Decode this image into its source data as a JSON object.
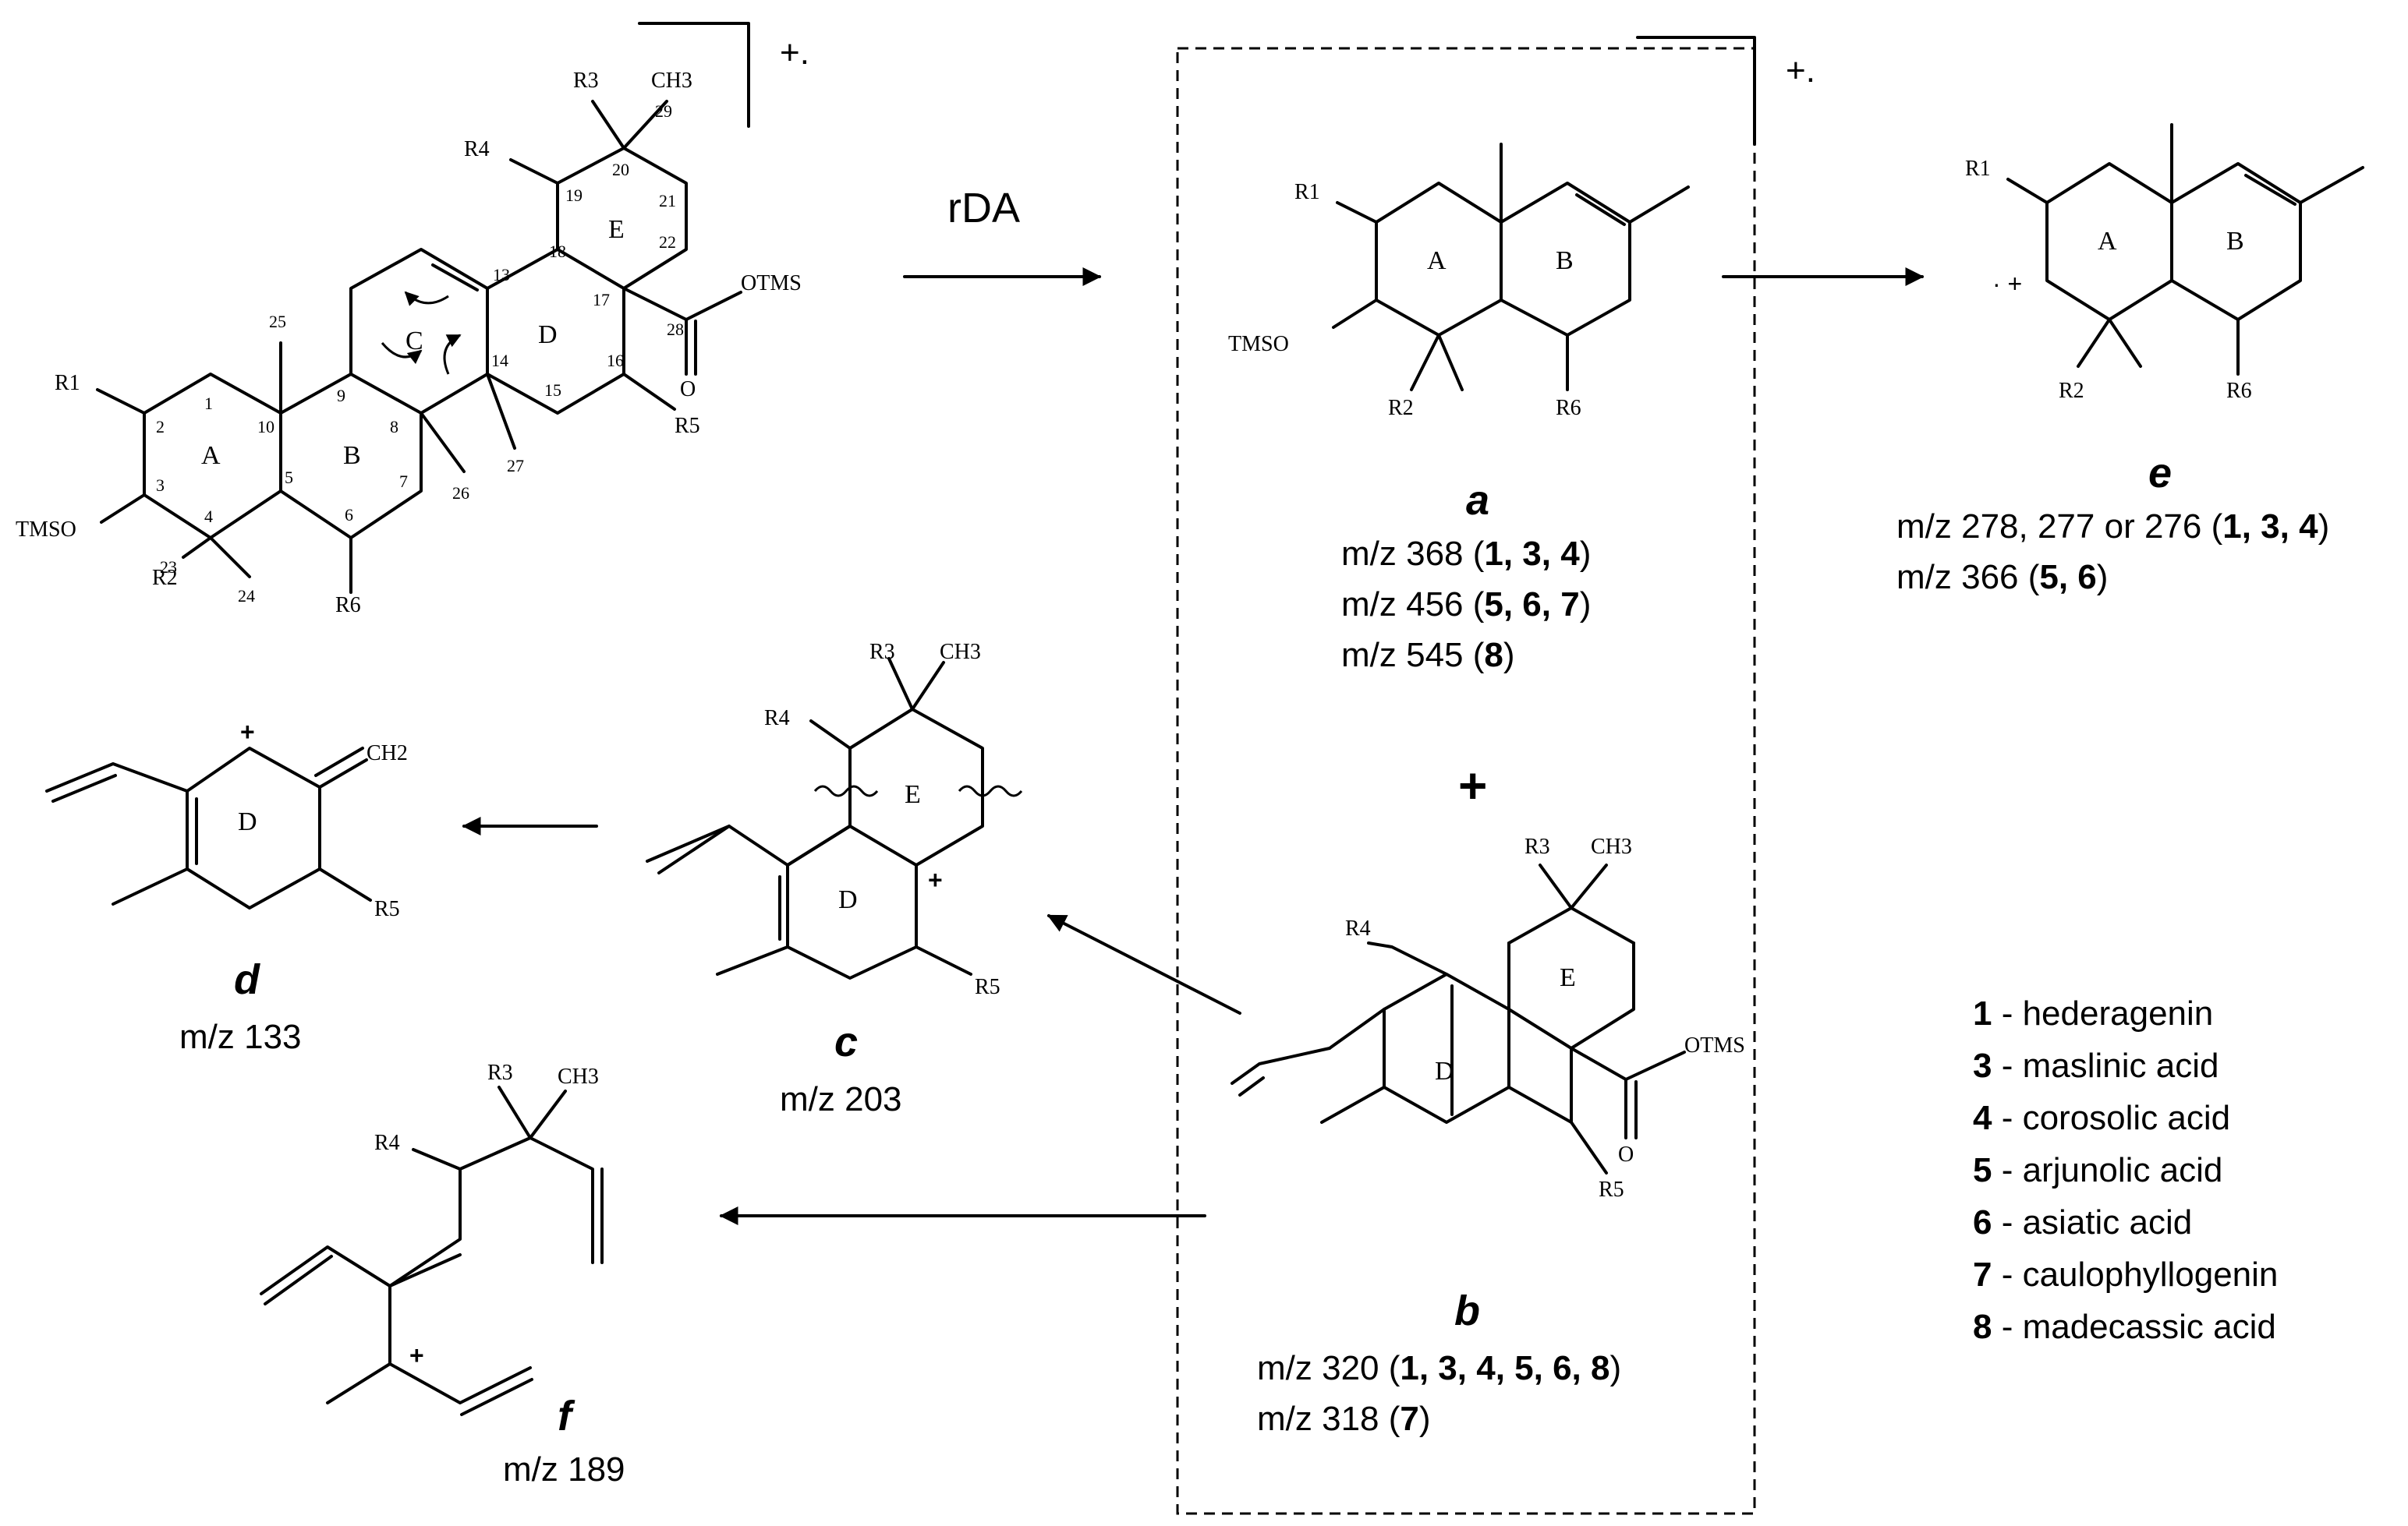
{
  "reaction": {
    "rda_label": "rDA",
    "radical_cation": "+.",
    "plus": "+"
  },
  "parent": {
    "substituents": [
      "R1",
      "R2",
      "R3",
      "R4",
      "R5",
      "R6"
    ],
    "tms_o": "TMSO",
    "otms": "OTMS",
    "ch3": "CH3",
    "oxygen": "O",
    "ring_labels": [
      "A",
      "B",
      "C",
      "D",
      "E"
    ],
    "carbon_numbers": [
      "1",
      "2",
      "3",
      "4",
      "5",
      "6",
      "7",
      "8",
      "9",
      "10",
      "13",
      "14",
      "15",
      "16",
      "17",
      "18",
      "19",
      "20",
      "21",
      "22",
      "23",
      "24",
      "25",
      "26",
      "27",
      "28",
      "29"
    ]
  },
  "fragments": {
    "a": {
      "letter": "a",
      "masses": [
        {
          "prefix": "m/z 368 (",
          "bold": "1, 3, 4",
          "suffix": ")"
        },
        {
          "prefix": "m/z 456 (",
          "bold": "5, 6, 7",
          "suffix": ")"
        },
        {
          "prefix": "m/z 545 (",
          "bold": "8",
          "suffix": ")"
        }
      ]
    },
    "b": {
      "letter": "b",
      "masses": [
        {
          "prefix": "m/z 320 (",
          "bold": "1, 3, 4, 5, 6, 8",
          "suffix": ")"
        },
        {
          "prefix": "m/z 318 (",
          "bold": "7",
          "suffix": ")"
        }
      ]
    },
    "c": {
      "letter": "c",
      "masses": [
        "m/z 203"
      ]
    },
    "d": {
      "letter": "d",
      "masses": [
        "m/z 133"
      ],
      "ch2": "CH2"
    },
    "e": {
      "letter": "e",
      "masses": [
        {
          "prefix": "m/z 278, 277 or 276 (",
          "bold": "1, 3, 4",
          "suffix": ")"
        },
        {
          "prefix": "m/z 366 (",
          "bold": "5, 6",
          "suffix": ")"
        }
      ],
      "charge": "· +"
    },
    "f": {
      "letter": "f",
      "masses": [
        "m/z 189"
      ]
    }
  },
  "legend": [
    {
      "num": "1",
      "name": " - hederagenin"
    },
    {
      "num": "3",
      "name": " - maslinic acid"
    },
    {
      "num": "4",
      "name": " - corosolic acid"
    },
    {
      "num": "5",
      "name": " - arjunolic acid"
    },
    {
      "num": "6",
      "name": " - asiatic acid"
    },
    {
      "num": "7",
      "name": " - caulophyllogenin"
    },
    {
      "num": "8",
      "name": " - madecassic acid"
    }
  ]
}
